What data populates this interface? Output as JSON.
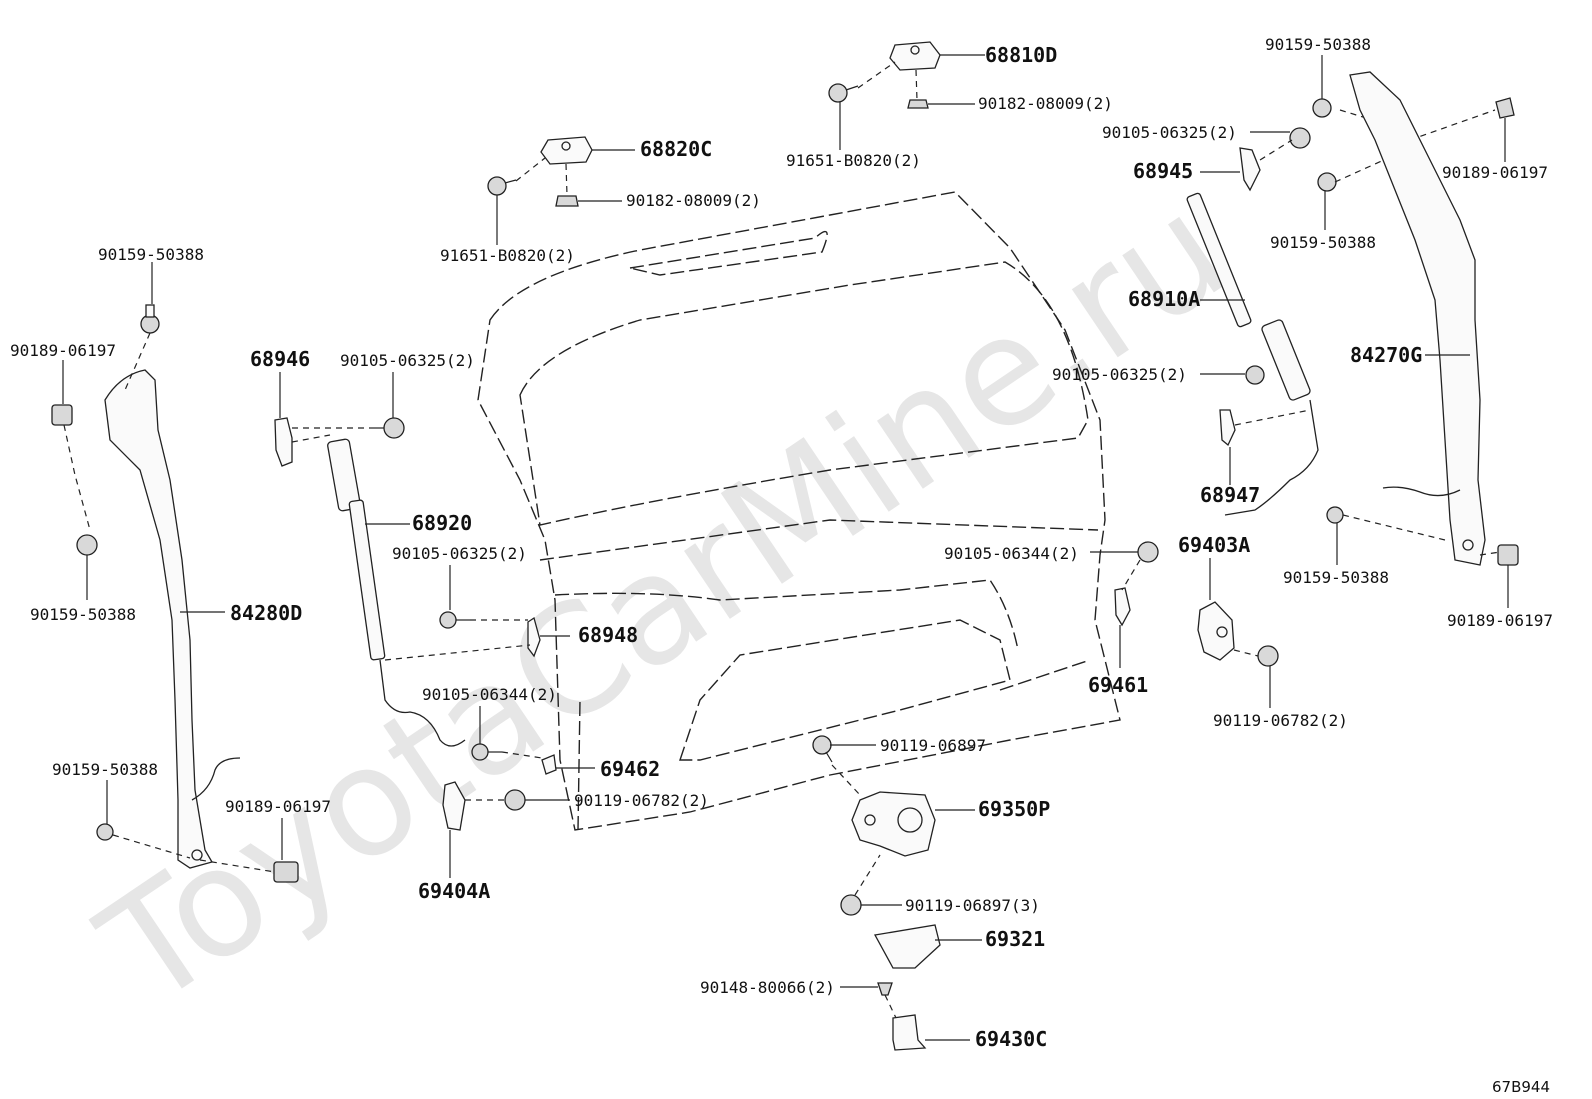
{
  "watermark": "ToyotaCarMine.ru",
  "diagram_code": "67B944",
  "labels": {
    "p68810D": "68810D",
    "p90182_top": "90182-08009(2)",
    "p91651_top": "91651-B0820(2)",
    "p68820C": "68820C",
    "p90182_mid": "90182-08009(2)",
    "p91651_mid": "91651-B0820(2)",
    "p90159_lt": "90159-50388",
    "p90189_lt": "90189-06197",
    "p90159_lm": "90159-50388",
    "p84280D": "84280D",
    "p90159_lb": "90159-50388",
    "p90189_lb": "90189-06197",
    "p68946": "68946",
    "p90105_l": "90105-06325(2)",
    "p68920": "68920",
    "p90105_lm": "90105-06325(2)",
    "p68948": "68948",
    "p90105_06344_l": "90105-06344(2)",
    "p69462": "69462",
    "p90119_06782_l": "90119-06782(2)",
    "p69404A": "69404A",
    "p90119_06897": "90119-06897",
    "p69350P": "69350P",
    "p90119_06897_3": "90119-06897(3)",
    "p69321": "69321",
    "p90148": "90148-80066(2)",
    "p69430C": "69430C",
    "p90159_rt": "90159-50388",
    "p90105_rt": "90105-06325(2)",
    "p68945": "68945",
    "p90189_rt": "90189-06197",
    "p90159_rm": "90159-50388",
    "p68910A": "68910A",
    "p84270G": "84270G",
    "p90105_rm": "90105-06325(2)",
    "p68947": "68947",
    "p90105_06344_r": "90105-06344(2)",
    "p69403A": "69403A",
    "p90159_rb": "90159-50388",
    "p90189_rb": "90189-06197",
    "p69461": "69461",
    "p90119_06782_r": "90119-06782(2)"
  }
}
